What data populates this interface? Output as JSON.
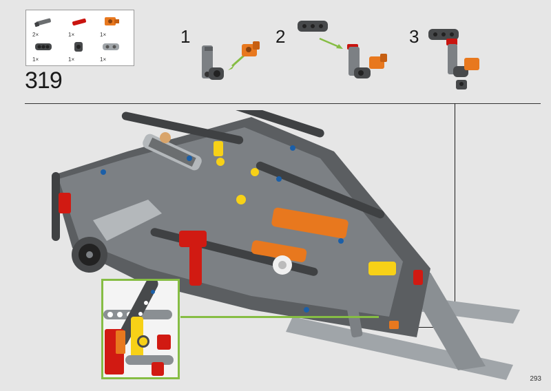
{
  "page": {
    "step_number": "319",
    "page_number": "293"
  },
  "parts": [
    {
      "icon": "axle-pin-gray-icon",
      "qty": "2×"
    },
    {
      "icon": "axle-pin-red-icon",
      "qty": "1×"
    },
    {
      "icon": "connector-orange-icon",
      "qty": "1×"
    },
    {
      "icon": "beam-connector-dark-icon",
      "qty": "1×"
    },
    {
      "icon": "pin-connector-dark-icon",
      "qty": "1×"
    },
    {
      "icon": "beam-connector-gray-icon",
      "qty": "1×"
    }
  ],
  "substeps": [
    {
      "label": "1"
    },
    {
      "label": "2"
    },
    {
      "label": "3"
    }
  ],
  "colors": {
    "background": "#e6e6e6",
    "zoom_frame": "#86bd44",
    "lego_orange": "#e8781e",
    "lego_red": "#d11a12",
    "lego_yellow": "#f7d117",
    "lego_dark_gray": "#4a4c4e",
    "lego_light_gray": "#a0a5a9"
  }
}
